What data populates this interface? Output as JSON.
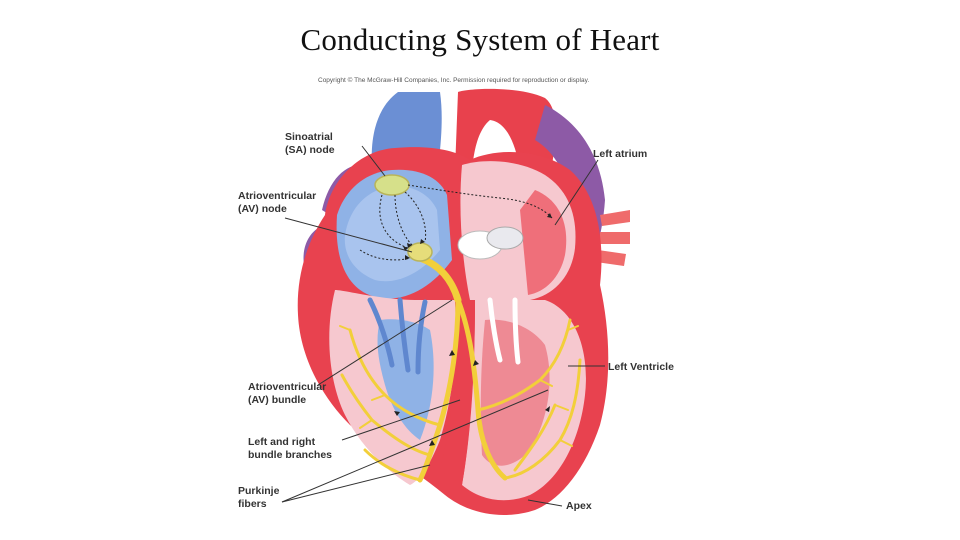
{
  "slide": {
    "title": "Conducting System of Heart"
  },
  "figure": {
    "copyright": "Copyright © The McGraw-Hill Companies, Inc. Permission required for reproduction or display.",
    "labels": {
      "sa_node": [
        "Sinoatrial",
        "(SA) node"
      ],
      "av_node": [
        "Atrioventricular",
        "(AV) node"
      ],
      "av_bundle": [
        "Atrioventricular",
        "(AV) bundle"
      ],
      "bundle_branches": [
        "Left and right",
        "bundle branches"
      ],
      "purkinje": [
        "Purkinje",
        "fibers"
      ],
      "left_atrium": "Left atrium",
      "left_ventricle": "Left Ventricle",
      "apex": "Apex"
    },
    "colors": {
      "myocardium": "#e8424f",
      "chamber_lining": "#f6c8cf",
      "right_side": "#8fb2e6",
      "vena_cava": "#5f87cf",
      "aorta": "#e8414d",
      "pulmonary_trunk": "#8a5aa8",
      "conduction": "#f2cf3a",
      "sa_node": "#d6e08a"
    }
  }
}
